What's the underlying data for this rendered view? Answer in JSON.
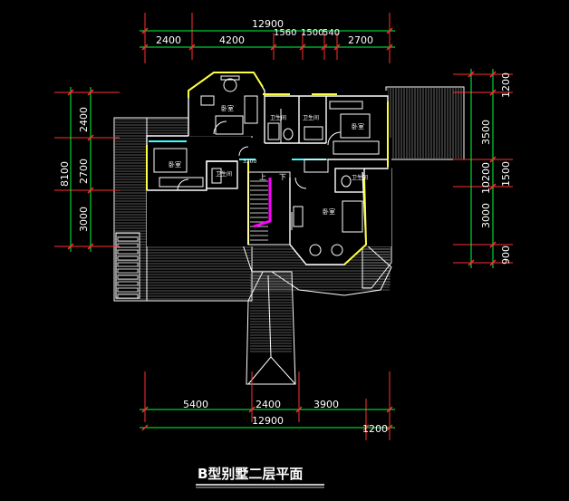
{
  "dimensions": {
    "top_total": "12900",
    "top_segments": [
      "2400",
      "4200",
      "1560",
      "1500",
      "540",
      "2700"
    ],
    "bottom_segments": [
      "5400",
      "2400",
      "3900"
    ],
    "bottom_total": "12900",
    "bottom_extra": "1200",
    "left_total": "8100",
    "left_segments": [
      "2400",
      "2700",
      "3000"
    ],
    "right_top": "1200",
    "right_segments": [
      "3500",
      "1500",
      "3000",
      "900"
    ],
    "right_total": "10200",
    "corridor_width": "3300"
  },
  "rooms": {
    "bedroom_top": "卧室",
    "bedroom_left": "卧室",
    "bedroom_right": "卧室",
    "bedroom_center": "卧室",
    "bath_1": "卫生间",
    "bath_2": "卫生间",
    "bath_3": "卫生间",
    "bath_4": "卫生间"
  },
  "stairs": {
    "up": "上",
    "down": "下"
  },
  "title": "B型别墅二层平面"
}
